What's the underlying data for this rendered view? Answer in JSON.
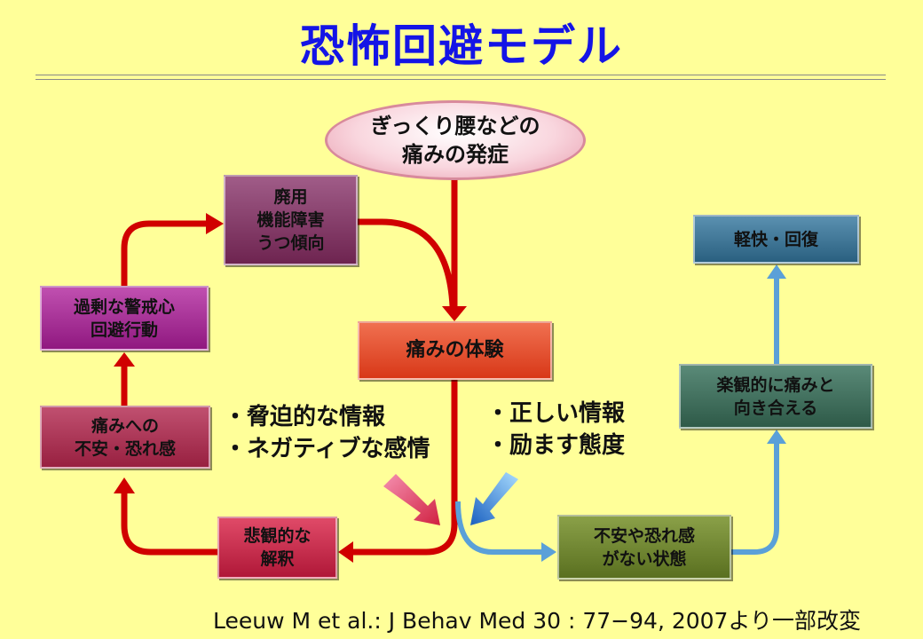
{
  "title": "恐怖回避モデル",
  "onset": {
    "line1": "ぎっくり腰などの",
    "line2": "痛みの発症"
  },
  "nodes": {
    "disuse": [
      "廃用",
      "機能障害",
      "うつ傾向"
    ],
    "avoidance": [
      "過剰な警戒心",
      "回避行動"
    ],
    "pain_experience": [
      "痛みの体験"
    ],
    "fear": [
      "痛みへの",
      "不安・恐れ感"
    ],
    "catastrophizing": [
      "悲観的な",
      "解釈"
    ],
    "no_fear": [
      "不安や恐れ感",
      "がない状態"
    ],
    "confrontation": [
      "楽観的に痛みと",
      "向き合える"
    ],
    "recovery": [
      "軽快・回復"
    ]
  },
  "negative_factors": [
    "・脅迫的な情報",
    "・ネガティブな感情"
  ],
  "positive_factors": [
    "・正しい情報",
    "・励ます態度"
  ],
  "citation": "Leeuw M et al.: J Behav Med 30 : 77−94, 2007より一部改変",
  "colors": {
    "red_path": "#d00000",
    "blue_path": "#5aa0d8",
    "title": "#1414e6"
  }
}
